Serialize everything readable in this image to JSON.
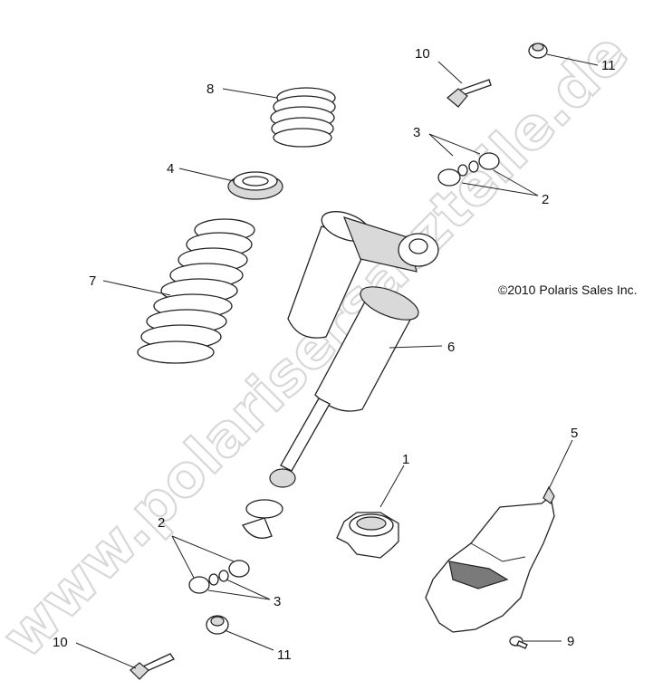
{
  "copyright": "©2010 Polaris Sales Inc.",
  "watermark": "www.polarisersatzteile.de",
  "callouts": [
    {
      "id": "c10-top",
      "text": "10"
    },
    {
      "id": "c11-top",
      "text": "11"
    },
    {
      "id": "c8",
      "text": "8"
    },
    {
      "id": "c3-top",
      "text": "3"
    },
    {
      "id": "c2-top",
      "text": "2"
    },
    {
      "id": "c4",
      "text": "4"
    },
    {
      "id": "c7",
      "text": "7"
    },
    {
      "id": "c6",
      "text": "6"
    },
    {
      "id": "c1",
      "text": "1"
    },
    {
      "id": "c5",
      "text": "5"
    },
    {
      "id": "c2-bottom",
      "text": "2"
    },
    {
      "id": "c3-bottom",
      "text": "3"
    },
    {
      "id": "c10-bottom",
      "text": "10"
    },
    {
      "id": "c11-bottom",
      "text": "11"
    },
    {
      "id": "c9",
      "text": "9"
    }
  ]
}
